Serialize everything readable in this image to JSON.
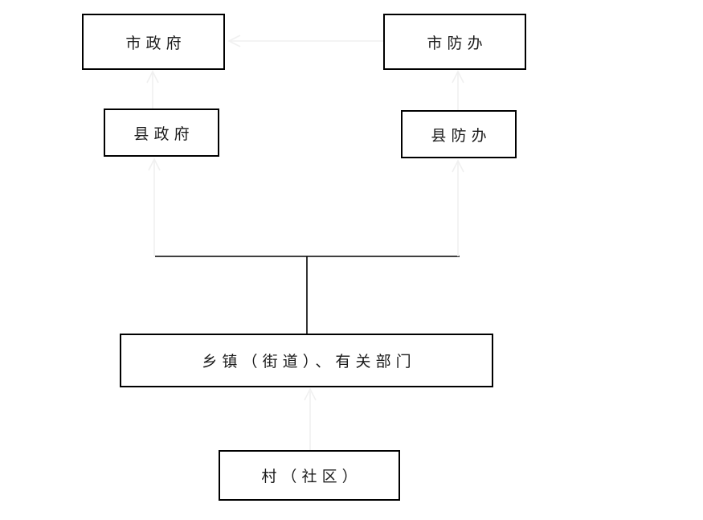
{
  "page": {
    "background": "#ffffff"
  },
  "diagram": {
    "type": "org-flowchart",
    "colors": {
      "box_border": "#000000",
      "box_fill": "#ffffff",
      "text": "#1a1a1a",
      "gray_arrow": "#f0f0f0",
      "black_line": "#000000"
    },
    "nodes": [
      {
        "id": "city-government",
        "label": "市政府"
      },
      {
        "id": "city-flood-control-office",
        "label": "市防办"
      },
      {
        "id": "county-government",
        "label": "县政府"
      },
      {
        "id": "county-flood-control-office",
        "label": "县防办"
      },
      {
        "id": "township-street-related-departments",
        "label": "乡镇（街道）、有关部门"
      },
      {
        "id": "village-community",
        "label": "村（社区）"
      }
    ],
    "edges": [
      {
        "from": "city-flood-control-office",
        "to": "city-government",
        "style": "light-gray-arrow"
      },
      {
        "from": "county-government",
        "to": "city-government",
        "style": "light-gray-arrow"
      },
      {
        "from": "county-flood-control-office",
        "to": "city-flood-control-office",
        "style": "light-gray-arrow"
      },
      {
        "from": "township-street-related-departments",
        "to": "county-government",
        "style": "black-tee-then-light-gray-arrow"
      },
      {
        "from": "township-street-related-departments",
        "to": "county-flood-control-office",
        "style": "black-tee-then-light-gray-arrow"
      },
      {
        "from": "village-community",
        "to": "township-street-related-departments",
        "style": "light-gray-arrow"
      }
    ]
  }
}
